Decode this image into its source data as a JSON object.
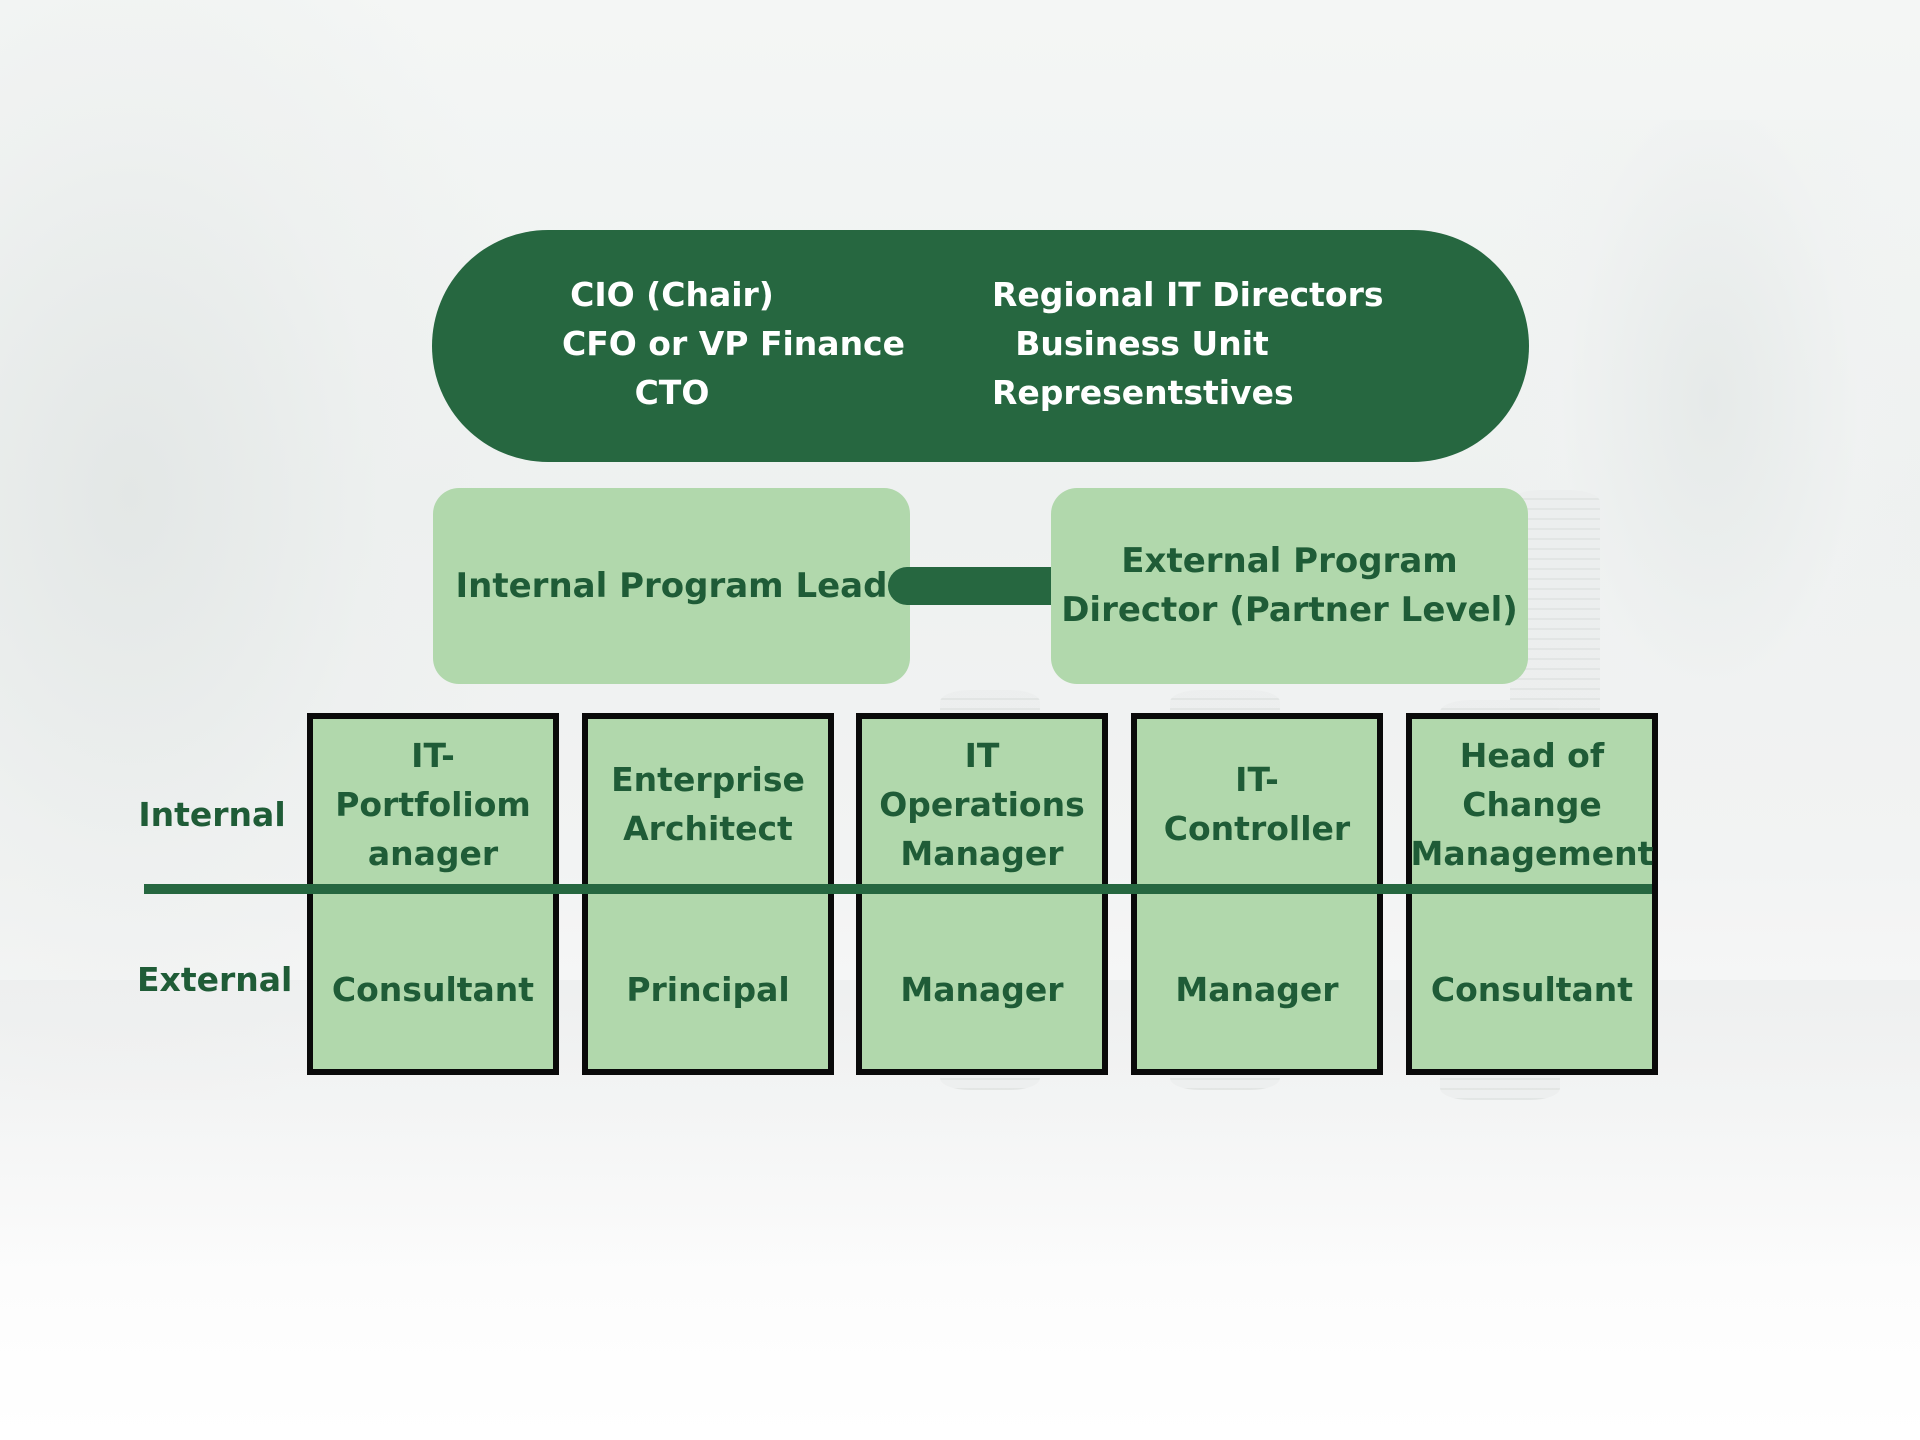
{
  "board": {
    "left_lines": [
      "CIO (Chair)",
      "CFO or VP Finance",
      "CTO"
    ],
    "right_lines": [
      "Regional IT Directors",
      "Business Unit",
      "Representstives"
    ]
  },
  "leads": {
    "internal": "Internal Program Lead",
    "external_lines": [
      "External Program",
      "Director (Partner Level)"
    ]
  },
  "row_labels": {
    "internal": "Internal",
    "external": "External"
  },
  "roles": [
    {
      "internal_lines": [
        "IT-",
        "Portfoliom",
        "anager"
      ],
      "external": "Consultant"
    },
    {
      "internal_lines": [
        "Enterprise",
        "Architect"
      ],
      "external": "Principal"
    },
    {
      "internal_lines": [
        "IT",
        "Operations",
        "Manager"
      ],
      "external": "Manager"
    },
    {
      "internal_lines": [
        "IT-",
        "Controller"
      ],
      "external": "Manager"
    },
    {
      "internal_lines": [
        "Head of",
        "Change",
        "Management"
      ],
      "external": "Consultant"
    }
  ],
  "colors": {
    "dark_green": "#266740",
    "light_green": "#b1d8ac",
    "text_green": "#1f5c37",
    "border": "#0a0a0a"
  }
}
